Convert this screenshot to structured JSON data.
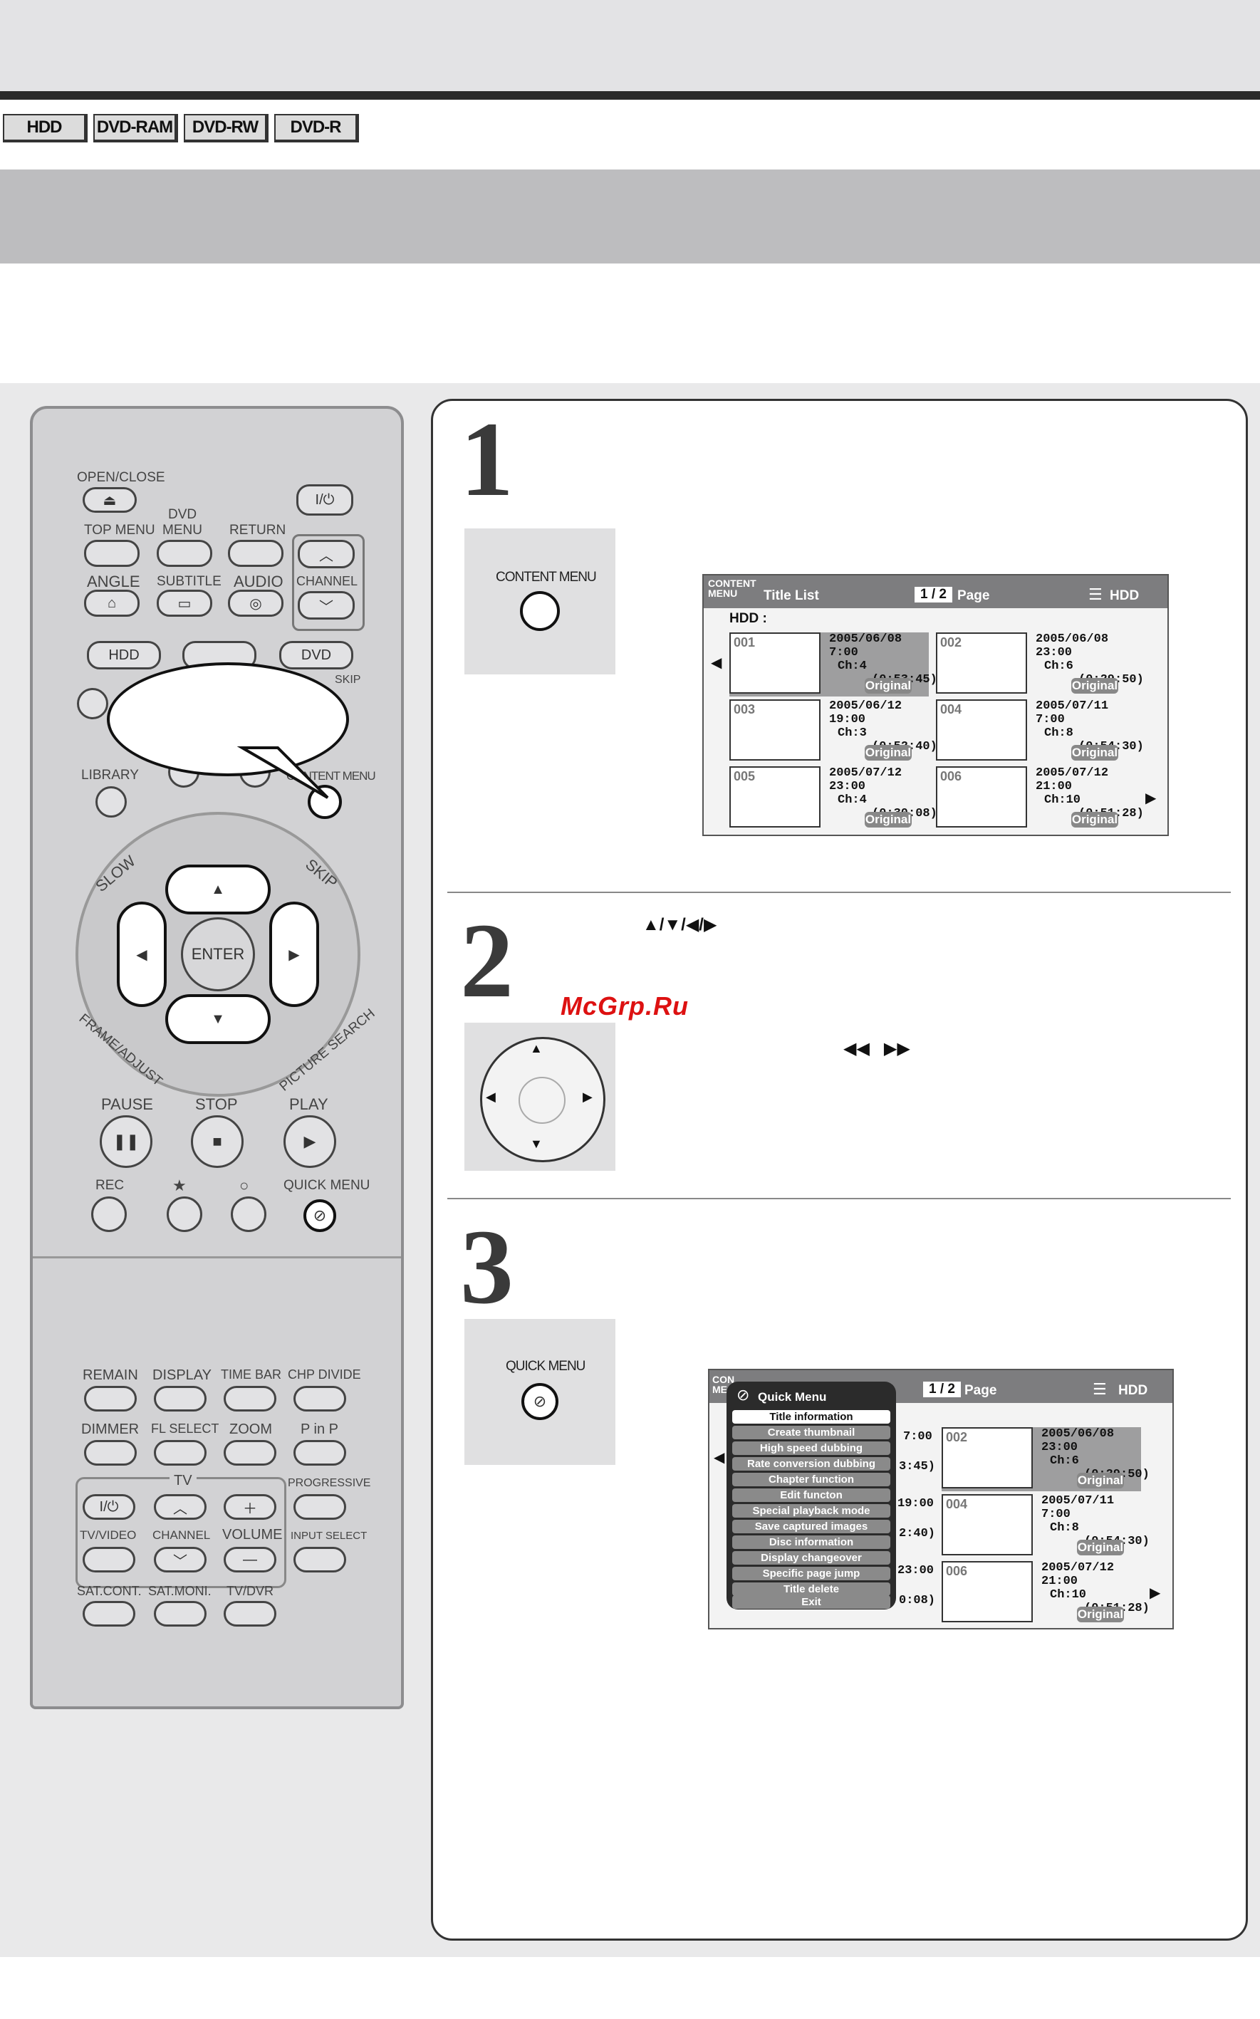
{
  "media_tags": [
    "HDD",
    "DVD-RAM",
    "DVD-RW",
    "DVD-R"
  ],
  "remote": {
    "open_close": "OPEN/CLOSE",
    "power": "I/⏻",
    "dvd": "DVD",
    "top_menu": "TOP MENU",
    "menu": "MENU",
    "return": "RETURN",
    "angle": "ANGLE",
    "subtitle": "SUBTITLE",
    "audio": "AUDIO",
    "channel": "CHANNEL",
    "hdd": "HDD",
    "dvd2": "DVD",
    "skip_small": "SKIP",
    "library": "LIBRARY",
    "content_menu": "CONTENT MENU",
    "slow": "SLOW",
    "skip": "SKIP",
    "enter": "ENTER",
    "frame_adjust": "FRAME/ADJUST",
    "picture_search": "PICTURE SEARCH",
    "pause": "PAUSE",
    "stop": "STOP",
    "play": "PLAY",
    "rec": "REC",
    "star": "★",
    "ring": "○",
    "quick_menu": "QUICK MENU",
    "remain": "REMAIN",
    "display": "DISPLAY",
    "time_bar": "TIME BAR",
    "chp_divide": "CHP DIVIDE",
    "dimmer": "DIMMER",
    "fl_select": "FL SELECT",
    "zoom": "ZOOM",
    "p_in_p": "P in P",
    "tv": "TV",
    "progressive": "PROGRESSIVE",
    "tv_power": "I/⏻",
    "tv_video": "TV/VIDEO",
    "channel2": "CHANNEL",
    "volume": "VOLUME",
    "input_select": "INPUT SELECT",
    "sat_cont": "SAT.CONT.",
    "sat_moni": "SAT.MONI.",
    "tv_dvr": "TV/DVR"
  },
  "steps": [
    {
      "number": "1",
      "button_label": "CONTENT MENU"
    },
    {
      "number": "2",
      "arrows": "▲/▼/◀/▶",
      "skip_symbols": "◀◀   ▶▶"
    },
    {
      "number": "3",
      "button_label": "QUICK MENU"
    }
  ],
  "screen1": {
    "corner": "CONTENT MENU",
    "title": "Title List",
    "page": "1 / 2",
    "page_label": "Page",
    "drive": "HDD",
    "drive_row": "HDD :",
    "titles": [
      {
        "num": "001",
        "date": "2005/06/08  7:00",
        "ch": "Ch:4",
        "dur": "(0:53:45)",
        "tag": "Original"
      },
      {
        "num": "002",
        "date": "2005/06/08 23:00",
        "ch": "Ch:6",
        "dur": "(0:29:50)",
        "tag": "Original"
      },
      {
        "num": "003",
        "date": "2005/06/12 19:00",
        "ch": "Ch:3",
        "dur": "(0:52:40)",
        "tag": "Original"
      },
      {
        "num": "004",
        "date": "2005/07/11  7:00",
        "ch": "Ch:8",
        "dur": "(0:54:30)",
        "tag": "Original"
      },
      {
        "num": "005",
        "date": "2005/07/12 23:00",
        "ch": "Ch:4",
        "dur": "(0:30:08)",
        "tag": "Original"
      },
      {
        "num": "006",
        "date": "2005/07/12 21:00",
        "ch": "Ch:10",
        "dur": "(0:51:28)",
        "tag": "Original"
      }
    ]
  },
  "screen3": {
    "corner": "CON ME",
    "page": "1 / 2",
    "page_label": "Page",
    "drive": "HDD",
    "menu_title": "Quick Menu",
    "menu_items": [
      "Title information",
      "Create thumbnail",
      "High speed dubbing",
      "Rate conversion dubbing",
      "Chapter function",
      "Edit functon",
      "Special playback mode",
      "Save captured images",
      "Disc information",
      "Display changeover",
      "Specific page jump",
      "Title delete",
      "Exit"
    ],
    "partial_left": [
      "7:00",
      "3:45)",
      "19:00",
      "2:40)",
      "23:00",
      "0:08)"
    ],
    "titles": [
      {
        "num": "002",
        "date": "2005/06/08 23:00",
        "ch": "Ch:6",
        "dur": "(0:29:50)",
        "tag": "Original"
      },
      {
        "num": "004",
        "date": "2005/07/11  7:00",
        "ch": "Ch:8",
        "dur": "(0:54:30)",
        "tag": "Original"
      },
      {
        "num": "006",
        "date": "2005/07/12 21:00",
        "ch": "Ch:10",
        "dur": "(0:51:28)",
        "tag": "Original"
      }
    ]
  },
  "watermark": "McGrp.Ru"
}
